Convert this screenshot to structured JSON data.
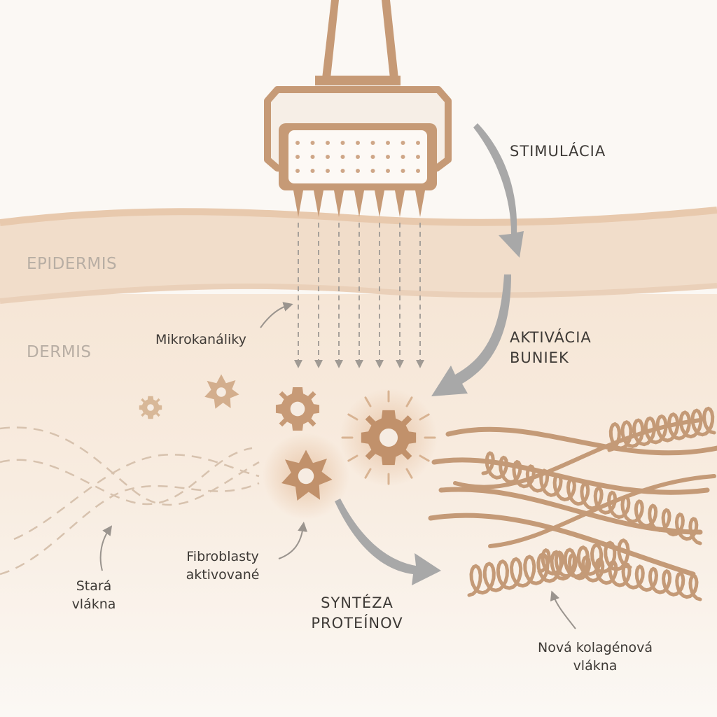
{
  "colors": {
    "background": "#fbf8f4",
    "skin_band": "#efd7c1",
    "device": "#c69a76",
    "collagen": "#c49a77",
    "arrow": "#a8a8a8",
    "text": "#3e3a36",
    "layer_text": "#b8aea4"
  },
  "layers": {
    "epidermis": "EPIDERMIS",
    "dermis": "DERMIS"
  },
  "steps": {
    "stimulation": "STIMULÁCIA",
    "activation_line1": "AKTIVÁCIA",
    "activation_line2": "BUNIEK",
    "synthesis_line1": "SYNTÉZA",
    "synthesis_line2": "PROTEÍNOV"
  },
  "notes": {
    "microchannels": "Mikrokanáliky",
    "fibroblasts_line1": "Fibroblasty",
    "fibroblasts_line2": "aktivované",
    "old_fibers_line1": "Stará",
    "old_fibers_line2": "vlákna",
    "new_collagen_line1": "Nová kolagénová",
    "new_collagen_line2": "vlákna"
  },
  "icons": {
    "device": "microneedling-pen-icon",
    "fibroblast": "gear-cell-icon",
    "collagen": "collagen-fiber-icon"
  }
}
